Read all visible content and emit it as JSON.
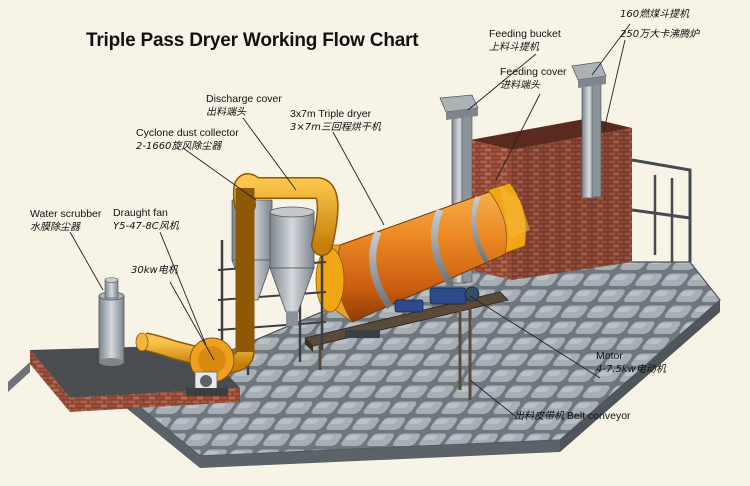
{
  "title": "Triple Pass Dryer Working Flow Chart",
  "labels": {
    "water_scrubber": {
      "en": "Water scrubber",
      "cn": "水膜除尘器"
    },
    "draught_fan": {
      "en": "Draught fan",
      "cn": "Y5-47-8C风机"
    },
    "motor_30kw": {
      "cn": "30kw电机"
    },
    "cyclone": {
      "en": "Cyclone dust collector",
      "cn": "2-1660旋风除尘器"
    },
    "discharge_cover": {
      "en": "Discharge cover",
      "cn": "出料端头"
    },
    "triple_dryer": {
      "en": "3x7m Triple dryer",
      "cn": "3×7m三回程烘干机"
    },
    "feeding_bucket": {
      "en": "Feeding bucket",
      "cn": "上料斗提机"
    },
    "bucket_160": {
      "cn": "160燃煤斗提机"
    },
    "boiler_250": {
      "cn": "250万大卡沸腾炉"
    },
    "feeding_cover": {
      "en": "Feeding cover",
      "cn": "进料端头"
    },
    "motor": {
      "en": "Motor",
      "cn": "4-7.5kw电动机"
    },
    "belt_conveyor": {
      "en": "Belt conveyor",
      "cn": "出料皮带机"
    }
  },
  "colors": {
    "background": "#f7f3e6",
    "dryer_orange": "#e8741a",
    "duct_yellow": "#f2a515",
    "brick": "#a0523d",
    "stone": "#8c949c",
    "steel": "#9aa3ab"
  }
}
